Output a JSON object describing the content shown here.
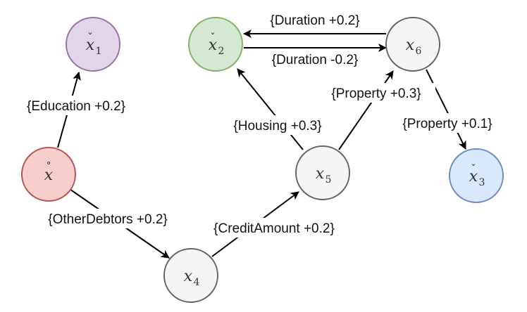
{
  "nodes": {
    "x_check_1": {
      "var": "x",
      "sub": "1",
      "accent": "ˇ",
      "fill": "#e1d5e7",
      "stroke": "#9673a6"
    },
    "x_check_2": {
      "var": "x",
      "sub": "2",
      "accent": "ˇ",
      "fill": "#d5e8d4",
      "stroke": "#82b366"
    },
    "x_check_3": {
      "var": "x",
      "sub": "3",
      "accent": "ˇ",
      "fill": "#dae8fc",
      "stroke": "#6c8ebf"
    },
    "x_ring": {
      "var": "x",
      "sub": "",
      "accent": "˚",
      "fill": "#f8cecc",
      "stroke": "#b85450"
    },
    "x4": {
      "var": "x",
      "sub": "4",
      "accent": "",
      "fill": "#f5f5f5",
      "stroke": "#666666"
    },
    "x5": {
      "var": "x",
      "sub": "5",
      "accent": "",
      "fill": "#f5f5f5",
      "stroke": "#666666"
    },
    "x6": {
      "var": "x",
      "sub": "6",
      "accent": "",
      "fill": "#f5f5f5",
      "stroke": "#666666"
    }
  },
  "edges": {
    "education": {
      "label": "{Education +0.2}"
    },
    "other_debtors": {
      "label": "{OtherDebtors +0.2}"
    },
    "credit_amount": {
      "label": "{CreditAmount +0.2}"
    },
    "housing": {
      "label": "{Housing +0.3}"
    },
    "property_03": {
      "label": "{Property +0.3}"
    },
    "property_01": {
      "label": "{Property +0.1}"
    },
    "duration_plus": {
      "label": "{Duration +0.2}"
    },
    "duration_minus": {
      "label": "{Duration -0.2}"
    }
  },
  "colors": {
    "edge": "#000000",
    "label_bg": "#ffffff"
  }
}
